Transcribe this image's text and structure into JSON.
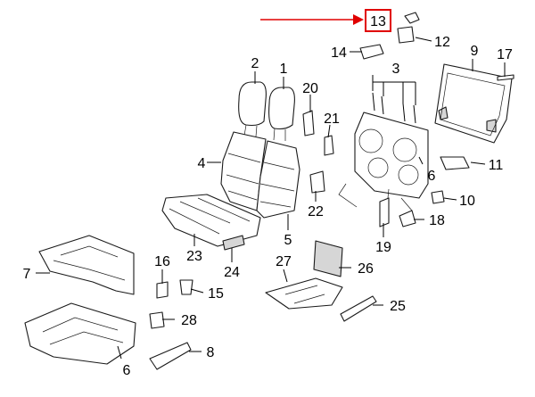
{
  "diagram": {
    "highlight_color": "#e00000",
    "highlighted_callout": "13",
    "callouts": [
      {
        "id": "c1",
        "text": "1"
      },
      {
        "id": "c2",
        "text": "2"
      },
      {
        "id": "c3",
        "text": "3"
      },
      {
        "id": "c4",
        "text": "4"
      },
      {
        "id": "c5",
        "text": "5"
      },
      {
        "id": "c6a",
        "text": "6"
      },
      {
        "id": "c6b",
        "text": "6"
      },
      {
        "id": "c7",
        "text": "7"
      },
      {
        "id": "c8",
        "text": "8"
      },
      {
        "id": "c9",
        "text": "9"
      },
      {
        "id": "c10",
        "text": "10"
      },
      {
        "id": "c11",
        "text": "11"
      },
      {
        "id": "c12",
        "text": "12"
      },
      {
        "id": "c13",
        "text": "13"
      },
      {
        "id": "c14",
        "text": "14"
      },
      {
        "id": "c15",
        "text": "15"
      },
      {
        "id": "c16",
        "text": "16"
      },
      {
        "id": "c17",
        "text": "17"
      },
      {
        "id": "c18",
        "text": "18"
      },
      {
        "id": "c19",
        "text": "19"
      },
      {
        "id": "c20",
        "text": "20"
      },
      {
        "id": "c21",
        "text": "21"
      },
      {
        "id": "c22",
        "text": "22"
      },
      {
        "id": "c23",
        "text": "23"
      },
      {
        "id": "c24",
        "text": "24"
      },
      {
        "id": "c25",
        "text": "25"
      },
      {
        "id": "c26",
        "text": "26"
      },
      {
        "id": "c27",
        "text": "27"
      },
      {
        "id": "c28",
        "text": "28"
      }
    ]
  }
}
